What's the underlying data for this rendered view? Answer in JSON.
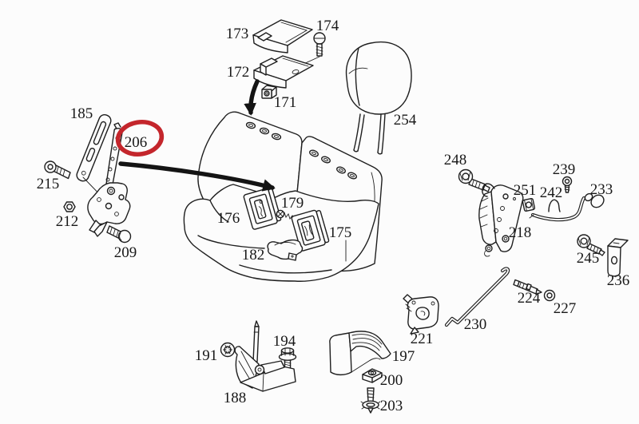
{
  "diagram": {
    "type": "exploded-parts-diagram",
    "depicts": "vehicle rear seat backrest with headrest, hinge fittings and mounting hardware",
    "colors": {
      "background": "#fcfcfc",
      "line": "#1f1f1f",
      "highlight": "#c4262c"
    },
    "highlight": {
      "part": "206",
      "shape": "ellipse",
      "color": "#c4262c"
    },
    "arrows": [
      {
        "from_label": "206",
        "to": "seat-backrest-left"
      },
      {
        "from_label": "172",
        "to": "seat-backrest-top"
      }
    ],
    "labels": [
      {
        "id": "173",
        "text": "173"
      },
      {
        "id": "174",
        "text": "174"
      },
      {
        "id": "172",
        "text": "172"
      },
      {
        "id": "171",
        "text": "171"
      },
      {
        "id": "254",
        "text": "254"
      },
      {
        "id": "185",
        "text": "185"
      },
      {
        "id": "206",
        "text": "206"
      },
      {
        "id": "215",
        "text": "215"
      },
      {
        "id": "212",
        "text": "212"
      },
      {
        "id": "209",
        "text": "209"
      },
      {
        "id": "179",
        "text": "179"
      },
      {
        "id": "176",
        "text": "176"
      },
      {
        "id": "175",
        "text": "175"
      },
      {
        "id": "182",
        "text": "182"
      },
      {
        "id": "248",
        "text": "248"
      },
      {
        "id": "239",
        "text": "239"
      },
      {
        "id": "251",
        "text": "251"
      },
      {
        "id": "242",
        "text": "242"
      },
      {
        "id": "233",
        "text": "233"
      },
      {
        "id": "218",
        "text": "218"
      },
      {
        "id": "245",
        "text": "245"
      },
      {
        "id": "236",
        "text": "236"
      },
      {
        "id": "224",
        "text": "224"
      },
      {
        "id": "227",
        "text": "227"
      },
      {
        "id": "230",
        "text": "230"
      },
      {
        "id": "221",
        "text": "221"
      },
      {
        "id": "197",
        "text": "197"
      },
      {
        "id": "200",
        "text": "200"
      },
      {
        "id": "203",
        "text": "203"
      },
      {
        "id": "191",
        "text": "191"
      },
      {
        "id": "194",
        "text": "194"
      },
      {
        "id": "188",
        "text": "188"
      }
    ]
  }
}
